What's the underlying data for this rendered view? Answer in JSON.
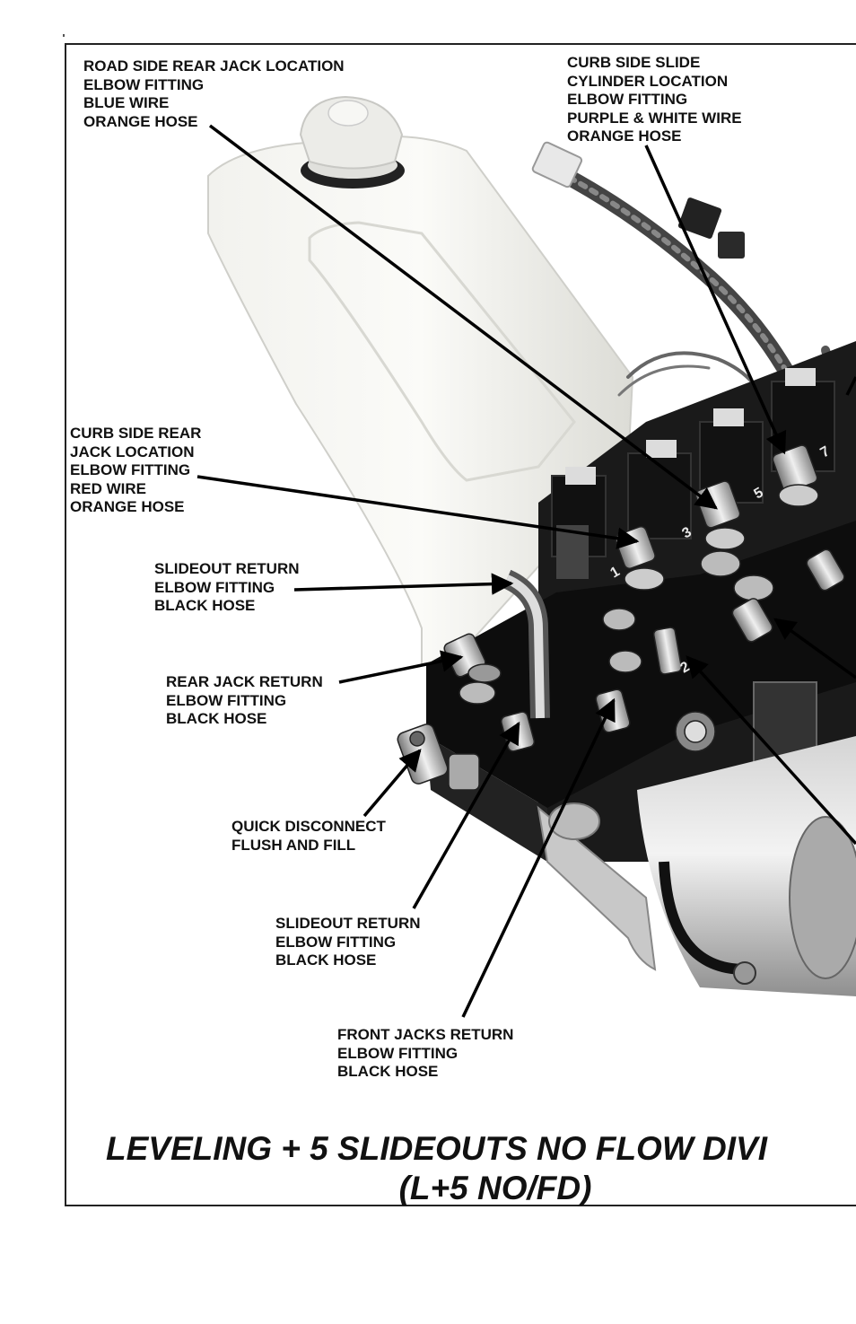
{
  "labels": {
    "road_side_rear": [
      "ROAD SIDE REAR JACK LOCATION",
      "ELBOW FITTING",
      "BLUE WIRE",
      "ORANGE HOSE"
    ],
    "curb_side_slide": [
      "CURB SIDE SLIDE",
      "CYLINDER LOCATION",
      "ELBOW FITTING",
      "PURPLE & WHITE WIRE",
      "ORANGE HOSE"
    ],
    "curb_side_rear": [
      "CURB SIDE REAR",
      "JACK LOCATION",
      "ELBOW FITTING",
      "RED WIRE",
      "ORANGE HOSE"
    ],
    "slideout_return_1": [
      "SLIDEOUT RETURN",
      "ELBOW FITTING",
      "BLACK HOSE"
    ],
    "rear_jack_return": [
      "REAR JACK RETURN",
      "ELBOW FITTING",
      "BLACK HOSE"
    ],
    "quick_disconnect": [
      "QUICK DISCONNECT",
      "FLUSH AND FILL"
    ],
    "slideout_return_2": [
      "SLIDEOUT RETURN",
      "ELBOW FITTING",
      "BLACK HOSE"
    ],
    "front_jacks_return": [
      "FRONT JACKS RETURN",
      "ELBOW FITTING",
      "BLACK HOSE"
    ]
  },
  "caption": {
    "line1": "LEVELING + 5 SLIDEOUTS NO FLOW DIVI",
    "line2": "(L+5 NO/FD)"
  },
  "valve_numbers": [
    "1",
    "3",
    "5",
    "7",
    "2"
  ]
}
